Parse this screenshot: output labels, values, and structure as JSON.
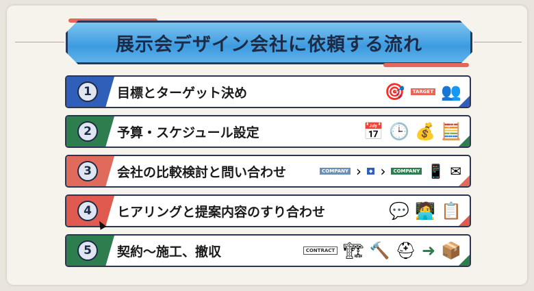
{
  "title": "展示会デザイン会社に依頼する流れ",
  "colors": {
    "step1": "#2f5fb8",
    "step2": "#2e7d4f",
    "step3": "#e06a5c",
    "step4": "#e05a50",
    "step5": "#2e7d4f",
    "banner": "#3d9be0"
  },
  "steps": [
    {
      "number": "1",
      "label": "目標とターゲット決め",
      "icons": [
        "target-icon",
        "flag-icon",
        "people-icon"
      ],
      "flag_text": "TARGET"
    },
    {
      "number": "2",
      "label": "予算・スケジュール設定",
      "icons": [
        "calendar-icon",
        "clock-icon",
        "coins-icon",
        "calculator-icon"
      ]
    },
    {
      "number": "3",
      "label": "会社の比較検討と問い合わせ",
      "icons": [
        "company-icon",
        "company-icon",
        "company-icon",
        "phone-icon",
        "mail-icon"
      ],
      "company_text": "COMPANY"
    },
    {
      "number": "4",
      "label": "ヒアリングと提案内容のすり合わせ",
      "icons": [
        "meeting-icon",
        "chat-icon",
        "clipboard-icon"
      ]
    },
    {
      "number": "5",
      "label": "契約〜施工、撤収",
      "icons": [
        "contract-icon",
        "construction-icon",
        "hammer-icon",
        "helmet-icon",
        "boxes-icon"
      ],
      "contract_text": "CONTRACT"
    }
  ]
}
